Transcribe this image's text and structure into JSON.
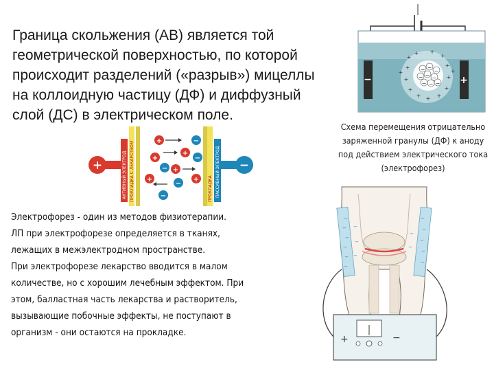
{
  "main_text": {
    "lines": [
      "Граница скольжения (АВ) является той",
      "геометрической поверхностью, по которой",
      "происходит разделений («разрыв») мицеллы",
      "на коллоидную частицу (ДФ) и диффузный",
      "слой (ДС) в электрическом поле."
    ]
  },
  "caption": {
    "lines": [
      "Схема перемещения отрицательно",
      "заряженной гранулы (ДФ) к аноду",
      "под действием электрического тока",
      "(электрофорез)"
    ]
  },
  "body_text": {
    "lines": [
      "Электрофорез - один из методов физиотерапии.",
      "ЛП при электрофорезе определяется в тканях,",
      "лежащих в межэлектродном пространстве.",
      "При электрофорезе лекарство вводится в малом",
      "количестве, но с хорошим лечебным эффектом. При",
      "этом, балластная часть лекарства и растворитель,",
      "вызывающие побочные эффекты, не поступают в",
      "организм - они остаются на прокладке."
    ]
  },
  "electrophoresis_diagram": {
    "strip_labels": [
      "АКТИВНЫЙ ЭЛЕКТРОД",
      "ПРОКЛАДКА С ЛЕКАРСТВОМ",
      "ПРОКЛАДКА",
      "ПАССИВНЫЙ ЭЛЕКТРОД"
    ],
    "plus_sign": "+",
    "minus_sign": "−"
  },
  "apparatus": {
    "plus_sign": "+",
    "minus_sign": "−"
  },
  "colors": {
    "electrode_red": "#d83a2e",
    "electrode_blue": "#1e86b8",
    "strip_yellow": "#f2e35a",
    "water_teal": "#7fb3be"
  }
}
